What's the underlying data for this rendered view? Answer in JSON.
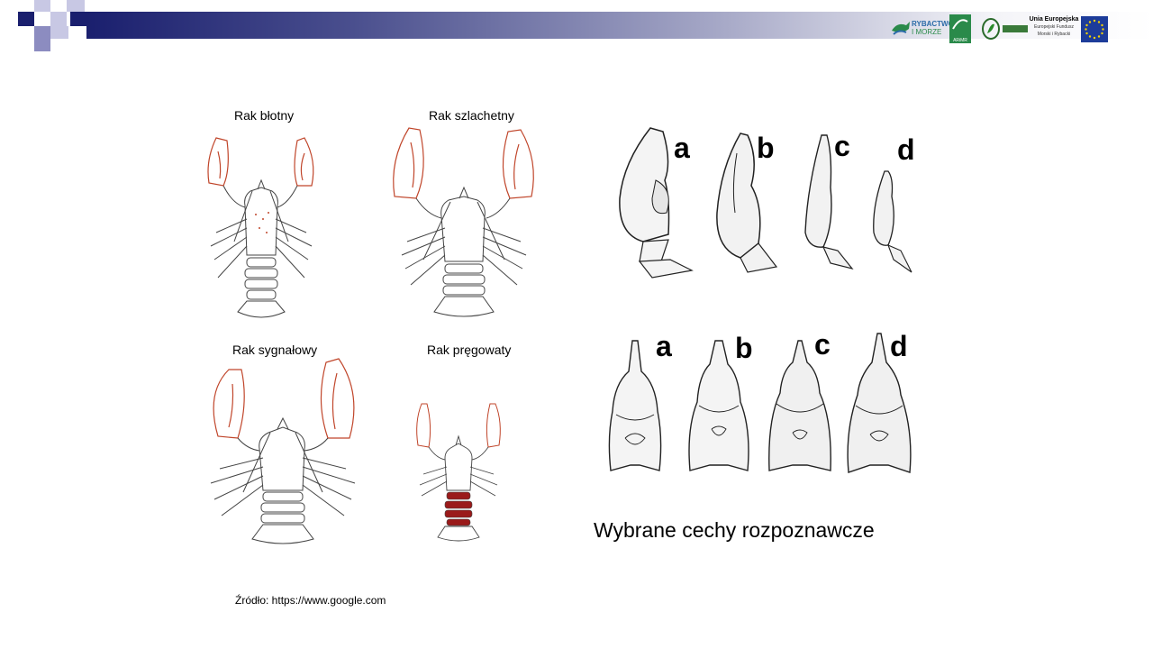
{
  "header": {
    "logos": {
      "rybactwo": {
        "line1": "RYBACTWO",
        "line2": "I MORZE"
      },
      "arimr": "ARiMR",
      "ue": {
        "title": "Unia Europejska",
        "line1": "Europejski Fundusz",
        "line2": "Morski i Rybacki"
      }
    }
  },
  "crayfish": [
    {
      "label": "Rak błotny"
    },
    {
      "label": "Rak szlachetny"
    },
    {
      "label": "Rak sygnałowy"
    },
    {
      "label": "Rak pręgowaty"
    }
  ],
  "features": {
    "claws": [
      "a",
      "b",
      "c",
      "d"
    ],
    "carapaces": [
      "a",
      "b",
      "c",
      "d"
    ],
    "caption": "Wybrane cechy rozpoznawcze"
  },
  "source": "Źródło:  https://www.google.com",
  "colors": {
    "band_start": "#1a1f6e",
    "claw_red": "#c0452a",
    "stripe_red": "#9a1a1a"
  }
}
